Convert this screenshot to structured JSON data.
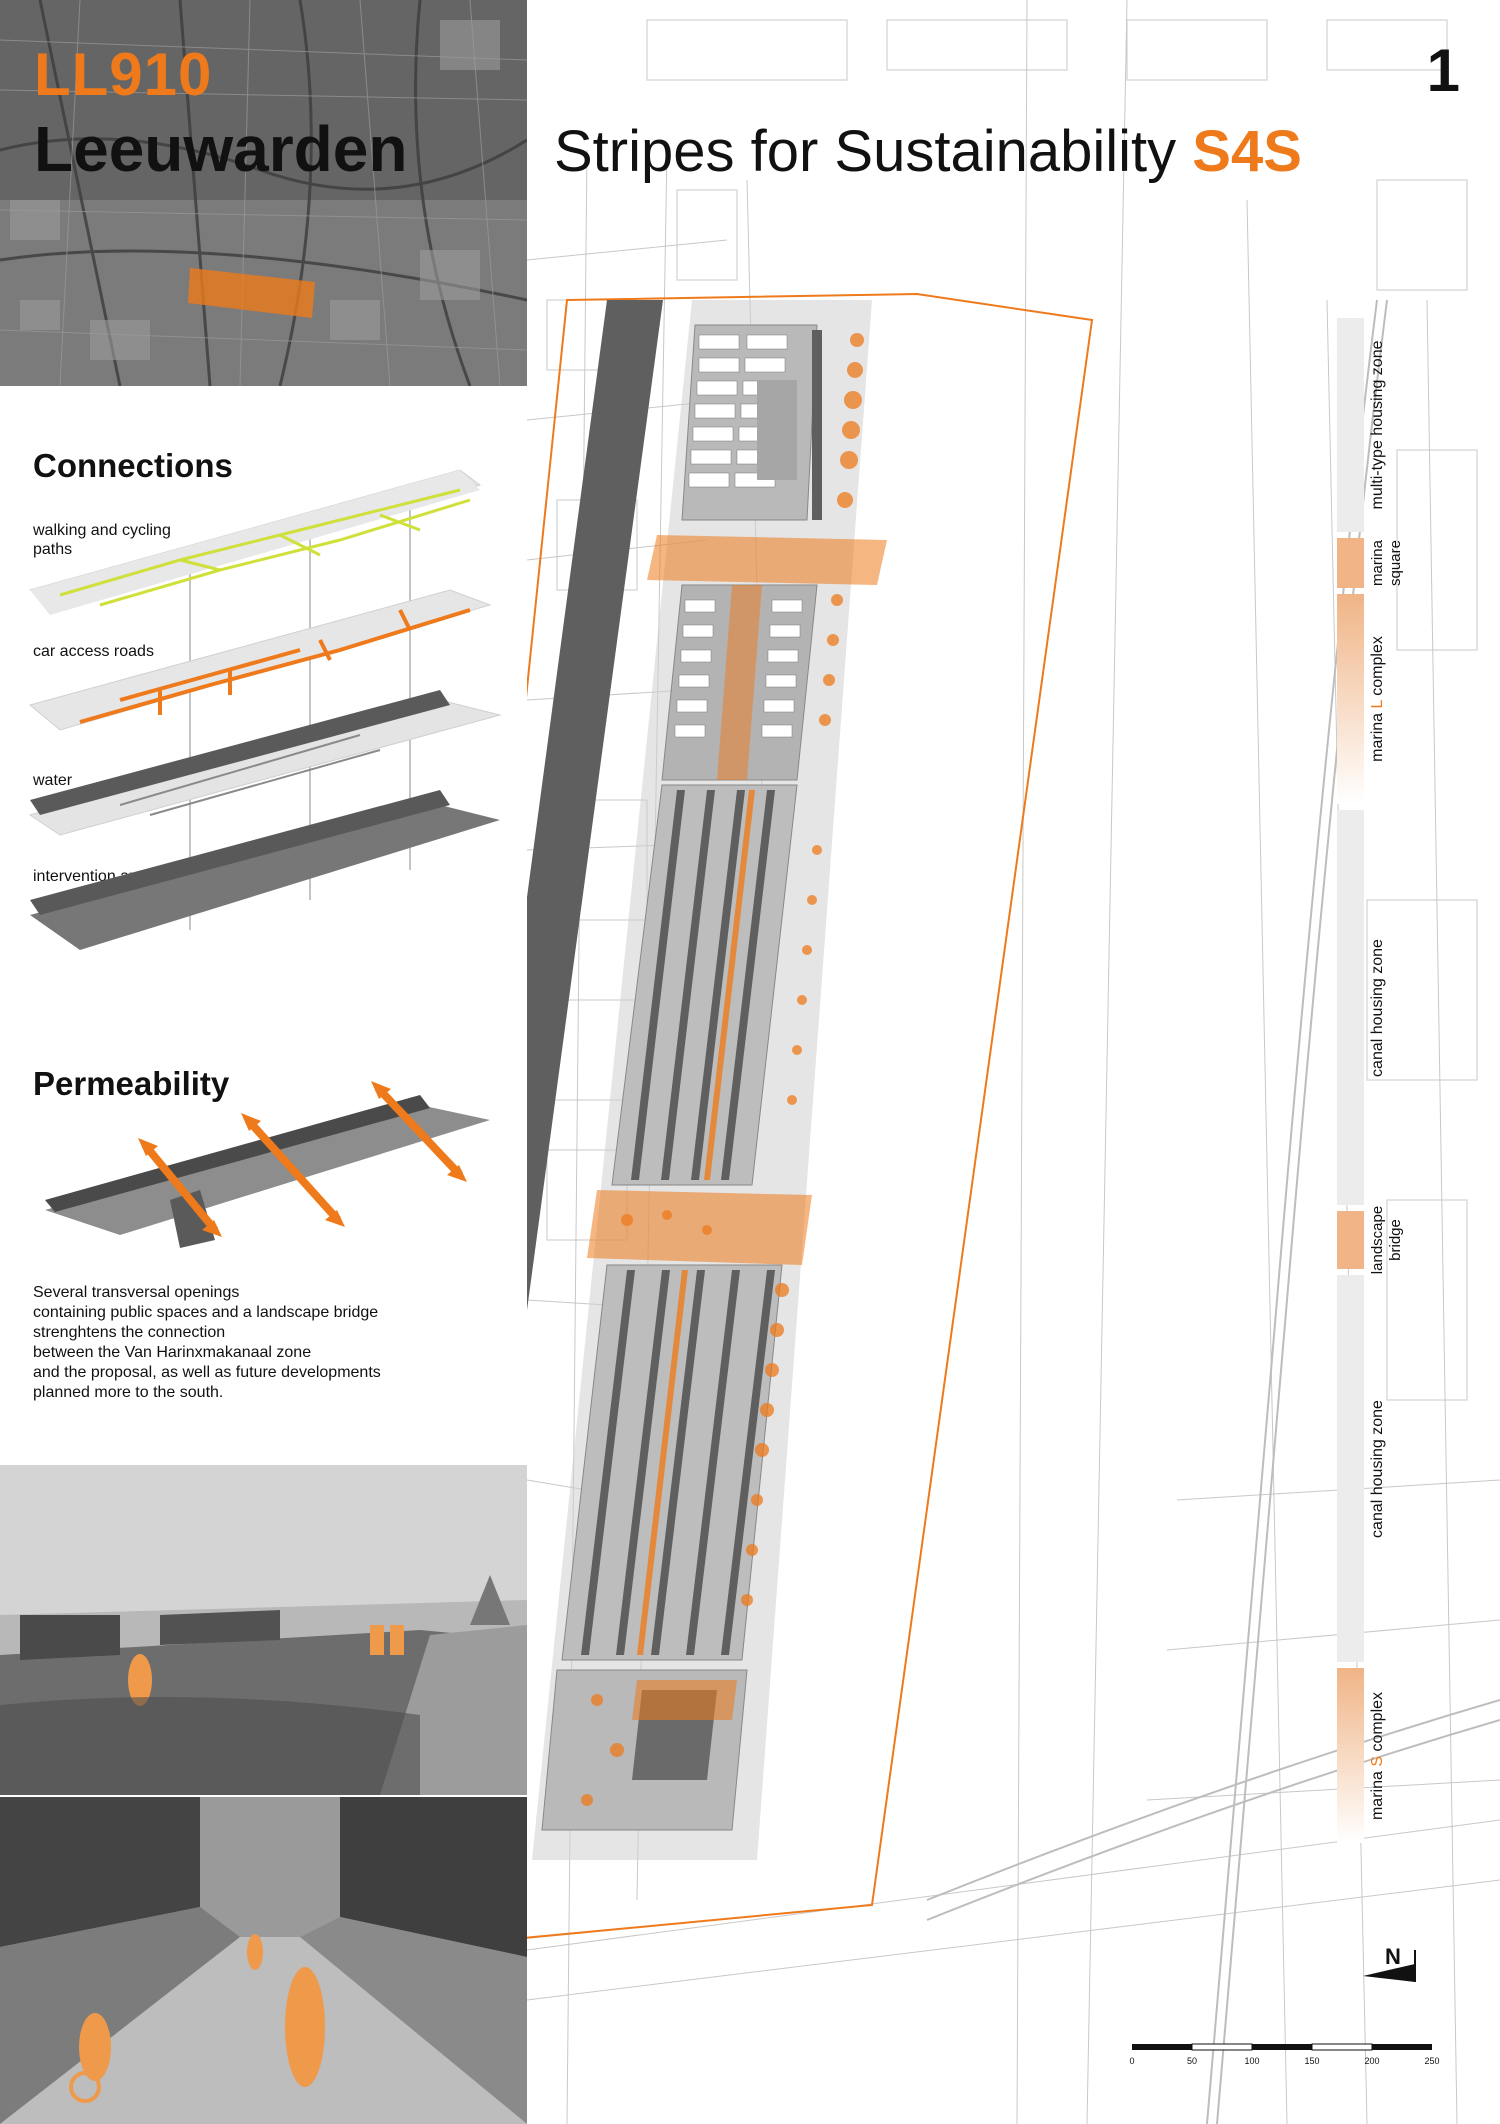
{
  "header": {
    "code": "LL910",
    "city": "Leeuwarden",
    "sheet_number": "1",
    "title": "Stripes for Sustainability",
    "title_accent": "S4S"
  },
  "connections": {
    "title": "Connections",
    "layers": [
      {
        "label": "walking and cycling paths",
        "color": "#cfe03a"
      },
      {
        "label": "car access roads",
        "color": "#ee7a1c"
      },
      {
        "label": "water",
        "color": "#555555"
      },
      {
        "label": "intervention area",
        "color": "#666666"
      }
    ]
  },
  "permeability": {
    "title": "Permeability",
    "description": "Several transversal openings\ncontaining public spaces and a landscape bridge\nstrenghtens the connection\nbetween the Van Harinxmakanaal zone\nand the proposal, as well as future developments\nplanned more to the south."
  },
  "zones": [
    {
      "label": "multi-type housing zone",
      "color": "#eeeeee"
    },
    {
      "label": "marina square",
      "label_lines": [
        "marina",
        "square"
      ],
      "color": "#f0b486"
    },
    {
      "label": "marina L complex",
      "pre": "marina ",
      "accent": "L",
      "post": " complex",
      "color": "#f1b283"
    },
    {
      "label": "canal housing zone",
      "color": "#eeeeee"
    },
    {
      "label": "landscape bridge",
      "label_lines": [
        "landscape",
        "bridge"
      ],
      "color": "#f0b486"
    },
    {
      "label": "canal housing zone",
      "color": "#eeeeee"
    },
    {
      "label": "marina S complex",
      "pre": "marina ",
      "accent": "S",
      "post": " complex",
      "color": "#f1b283"
    }
  ],
  "north_arrow": {
    "label": "N"
  },
  "scale_bar": {
    "ticks": [
      "0",
      "50",
      "100",
      "150",
      "200",
      "250"
    ]
  },
  "colors": {
    "accent": "#ee7a1c",
    "canal": "#5f5f5f",
    "dark_text": "#111111"
  }
}
